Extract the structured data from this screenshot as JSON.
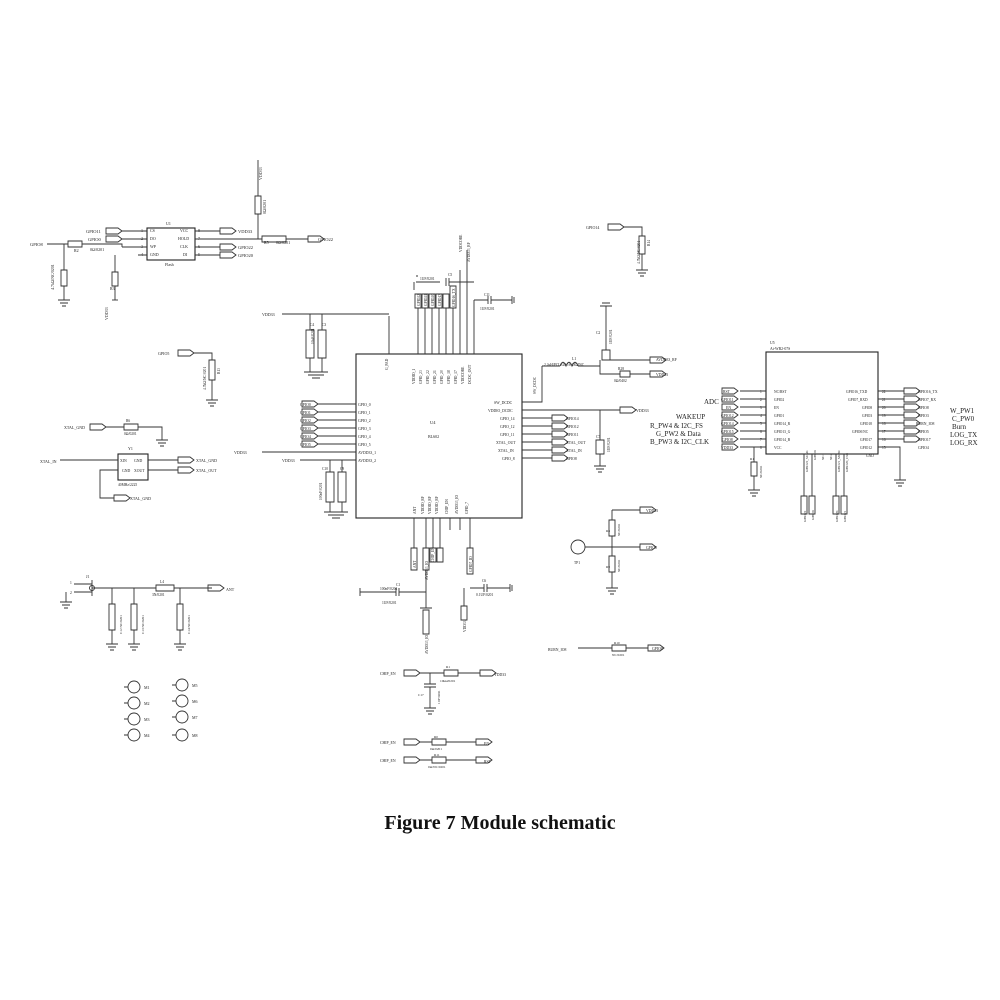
{
  "caption": "Figure 7 Module schematic",
  "flash": {
    "ref": "U1",
    "name": "Flash",
    "left_pins": [
      "CS",
      "DO",
      "WP",
      "GND"
    ],
    "right_pins": [
      "VCC",
      "HOLD",
      "CLK",
      "DI"
    ],
    "left_nums": [
      "1",
      "2",
      "3",
      "4"
    ],
    "right_nums": [
      "8",
      "7",
      "6",
      "5"
    ],
    "net_left": [
      "GPIO11",
      "GPIO0"
    ],
    "net_right": [
      "VDD33",
      "GPIO22",
      "GPIO20"
    ],
    "gpio8_label": "GPIO8",
    "r2_ref": "R2",
    "r2_val": "4.7kΩ/NC/0201",
    "r3_ref": "R3",
    "r3_val": "0Ω/0201",
    "r5_ref": "R5",
    "r5_val": "0Ω/0201",
    "vdd_top": "VDD33",
    "r7_val": "0Ω/0201",
    "gpio22_out": "GPIO22",
    "vdd_bottom": "VDD33"
  },
  "main_chip": {
    "ref": "U4",
    "name": "BL602",
    "top_pins": [
      "VDDIO_1",
      "GPIO_23",
      "GPIO_22",
      "GPIO_21",
      "GPIO_20",
      "GPIO_18",
      "GPIO_17",
      "VDDCORE",
      "DCDC_OUT"
    ],
    "top_nets": [
      "GPIO22",
      "GPIO21",
      "GPIO20",
      "GPIO17",
      "GPIO16_TX"
    ],
    "left_pins": [
      "GPIO_0",
      "GPIO_1",
      "GPIO_2",
      "GPIO_3",
      "GPIO_4",
      "GPIO_5",
      "AVDD33_1",
      "AVDD33_2"
    ],
    "left_nets": [
      "GPIO0",
      "GPIO1",
      "GPIO2",
      "GPIO3",
      "GPIO4",
      "GPIO5"
    ],
    "right_pins": [
      "SW_DCDC",
      "VDDIO_DCDC",
      "GPIO_14",
      "GPIO_12",
      "GPIO_11",
      "XTAL_OUT",
      "XTAL_IN",
      "GPIO_8"
    ],
    "right_nets": [
      "GPIO14",
      "GPIO12",
      "GPIO11",
      "XTAL_OUT",
      "XTAL_IN",
      "GPIO8"
    ],
    "bottom_pins": [
      "ANT",
      "VDDIO_RF",
      "VDDIO_RF",
      "VDDIO_RF",
      "CHIP_EN",
      "AVDD33_IO",
      "GPIO_7"
    ],
    "cap_left_top": "C4",
    "cap_left_val": "10uF/0201",
    "cap_left2": "C3",
    "vdd_left": "VDD33",
    "vdd_left2": "VDD33",
    "vdd_left3": "VDD33",
    "cap_mid": "C10",
    "cap_mid_val": "100nF/0201",
    "cap_mid2": "C9",
    "cap_top": "C5",
    "cap_top_val": "1UF/0201",
    "cap_top2": "C11",
    "cap_top2_val": "1UF/0201",
    "vddcore": "VDDCORE",
    "avdd_rf": "AVDD33_RF",
    "l1_ref": "L1",
    "l1_val": "2.2uH/PCLS20 16-2R2JNC",
    "c2_ref": "C2",
    "c2_val": "1UF/0201",
    "r28_ref": "R28",
    "r28_val": "0Ω/0402",
    "avdd_rf_out": "AVDD33_RF",
    "vdd_out": "VDD33",
    "vdd_right": "VDD33",
    "c7_ref": "C7",
    "c7_val": "1UF/0201",
    "ant_net": "ANT",
    "chip_en_net": "CHIP_EN",
    "avdd_io_net": "AVDD33_IO",
    "gpio7_net": "GPIO7_IO",
    "c1_ref": "C1",
    "c1_val": "100nF/0201",
    "c1b_val": "1UF/0201",
    "c6_ref": "C6",
    "c6_val": "0.1UF/0201",
    "vdd_bottom": "VDD33",
    "avdd_io_bottom": "AVDD33_IO"
  },
  "gpio14_block": {
    "net": "GPIO14",
    "r_ref": "R14",
    "r_val": "4.7kΩ/NC/0201"
  },
  "gpio5_block": {
    "net": "GPIO5",
    "r_ref": "R13",
    "r_val": "4.7kΩ/NC/0201"
  },
  "crystal": {
    "ref": "Y1",
    "pins_left": [
      "XIN",
      "GND"
    ],
    "pins_right": [
      "GND",
      "XOUT"
    ],
    "part": "40MHz/2225",
    "nets_left": [
      "XTAL_GND",
      "XTAL_IN"
    ],
    "nets_right": [
      "XTAL_GND",
      "XTAL_OUT"
    ],
    "r6_ref": "R6",
    "r6_val": "0Ω/0201",
    "bottom_net": "XTAL_GND"
  },
  "antenna": {
    "ref": "J1",
    "pins": [
      "1",
      "2"
    ],
    "l4_ref": "L4",
    "l4_val": "3N/0201",
    "ant_net": "ANT",
    "comps": [
      "C12 NC/0201",
      "C13 NC/0201",
      "C14 NC/0201"
    ]
  },
  "mounts": [
    "M1",
    "M2",
    "M3",
    "M4",
    "M5",
    "M6",
    "M7",
    "M8"
  ],
  "test_point": {
    "ref": "TP1",
    "r8_ref": "R8",
    "r8_val": "NC/0201",
    "r9_ref": "R9",
    "r9_val": "NC/0201",
    "vdd": "VDD33",
    "net": "GPIO8"
  },
  "burn": {
    "net": "BURN_IO8",
    "r_ref": "R10",
    "r_val": "NC/0201",
    "out": "GPIO8"
  },
  "chip_en_rc": {
    "net_in": "CHIP_EN",
    "r_ref": "R1",
    "r_val": "10kΩ/0201",
    "vdd": "VDD33",
    "c_ref": "C17",
    "c_val": "1UF/0201"
  },
  "en_links": [
    {
      "in": "CHIP_EN",
      "ref": "R0",
      "val": "0Ω/0201",
      "out": "EN"
    },
    {
      "in": "CHIP_EN",
      "ref": "R11",
      "val": "0Ω/NC/0201",
      "out": "RST"
    }
  ],
  "module": {
    "ref": "U5",
    "name": "Ai-WB2-07S",
    "left_nets": [
      "RST",
      "GPIO11",
      "EN",
      "GPIO12",
      "GPIO14",
      "GPIO15",
      "GPIO8",
      "VDD33"
    ],
    "left_pins": [
      "NC/RST",
      "GPIO2",
      "EN",
      "GPIO1",
      "GPIO14_R",
      "GPIO13_G",
      "GPIO14_B",
      "VCC"
    ],
    "left_nums": [
      "1",
      "2",
      "3",
      "4",
      "5",
      "6",
      "7",
      "8"
    ],
    "right_pins": [
      "GPIO16_TXD",
      "GPIO7_RXD",
      "GPIO8",
      "GPIO3",
      "GPIO18",
      "GPIO0/NC",
      "GPIO17",
      "GPIO12",
      "GND"
    ],
    "right_nums": [
      "22",
      "21",
      "20",
      "19",
      "18",
      "17",
      "16",
      "15"
    ],
    "right_nets": [
      "GPIO16_TX",
      "GPIO7_RX",
      "GPIO8",
      "GPIO3",
      "BURN_IO8",
      "GPIO5",
      "GPIO17",
      "GPIO4"
    ],
    "right_labels": [
      "W_PW1",
      "C_PW0",
      "Burn",
      "LOG_TX",
      "LOG_RX"
    ],
    "left_labels": [
      "ADC",
      "WAKEUP",
      "R_PW4 & I2C_FS",
      "G_PW2 & Data",
      "B_PW3 & I2C_CLK"
    ],
    "bottom_pins": [
      "GPIO22_SCLK",
      "GPIO0",
      "NC1",
      "NC2",
      "GPIO21_MOSI",
      "GPIO20_CS0"
    ],
    "bottom_nets": [
      "GPIO22",
      "GPIO0",
      "GPIO20",
      "GPIO21"
    ],
    "r_ref": "R1",
    "r_val": "NC/0201"
  }
}
